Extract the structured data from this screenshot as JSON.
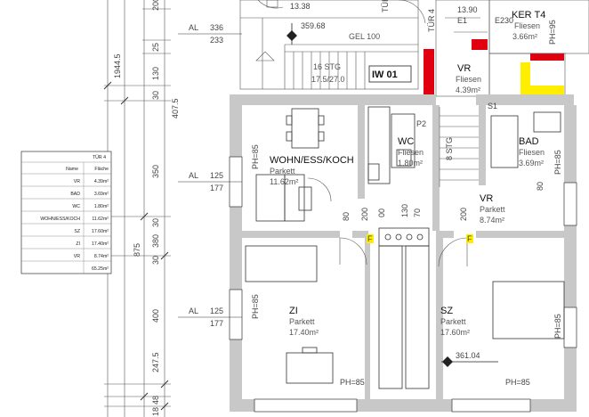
{
  "colors": {
    "wall_fill": "#c8c8c8",
    "accent_red": "#e0000f",
    "accent_yellow": "#ffee00"
  },
  "left_dims": {
    "d1": "1944.5",
    "d2": "875",
    "d3": "407.5",
    "d4": "350",
    "d5": "380",
    "d6": "400",
    "d7": "247.5",
    "d8": "200",
    "d9": "25",
    "d10": "130",
    "d11": "30",
    "d12": "30",
    "d13": "30",
    "d14": "48",
    "d15": "18"
  },
  "levels": {
    "top1": "13.38",
    "top2": "359.68",
    "top3": "13.90",
    "bottom": "361.04"
  },
  "window_marks": {
    "al": "AL",
    "w1_a": "336",
    "w1_b": "233",
    "w2_a": "125",
    "w2_b": "177",
    "w3_a": "125",
    "w3_b": "177"
  },
  "stair": {
    "gel": "GEL 100",
    "stg1": "16 STG",
    "stg2": "17.5/27.0",
    "riser": "8 STG"
  },
  "door_tag": "TÜR 4",
  "door_tag2": "TÜR 4",
  "iw_tag": "IW 01",
  "rooms": {
    "wohn": {
      "name": "WOHN/ESS/KOCH",
      "finish": "Parkett",
      "area": "11.62m²"
    },
    "wc": {
      "name": "WC",
      "finish": "Fliesen",
      "area": "1.80m²"
    },
    "bad": {
      "name": "BAD",
      "finish": "Fliesen",
      "area": "3.69m²"
    },
    "vr_top": {
      "name": "VR",
      "finish": "Fliesen",
      "area": "4.39m²"
    },
    "vr": {
      "name": "VR",
      "finish": "Parkett",
      "area": "8.74m²"
    },
    "zi": {
      "name": "ZI",
      "finish": "Parkett",
      "area": "17.40m²"
    },
    "sz": {
      "name": "SZ",
      "finish": "Parkett",
      "area": "17.60m²"
    },
    "ker": {
      "name": "KER T4",
      "finish": "Fliesen",
      "area": "3.66m²"
    }
  },
  "markers": {
    "p2": "P2",
    "s1": "S1",
    "ph85": "PH=85",
    "ph95": "PH=95",
    "e1": "E1",
    "e2": "E230",
    "f": "F"
  },
  "door_dims": {
    "a": "80",
    "b": "200",
    "c": "00",
    "d": "130",
    "e": "70",
    "f": "200",
    "g": "80"
  },
  "area_table": {
    "title": "TÜR 4",
    "headers": [
      "Name",
      "Fläche"
    ],
    "rows": [
      [
        "VR",
        "4.39m²"
      ],
      [
        "BAD",
        "3.69m²"
      ],
      [
        "WC",
        "1.80m²"
      ],
      [
        "WOHN/ESS/KOCH",
        "11.62m²"
      ],
      [
        "SZ",
        "17.60m²"
      ],
      [
        "ZI",
        "17.40m²"
      ],
      [
        "VR",
        "8.74m²"
      ],
      [
        "",
        "65.25m²"
      ]
    ]
  }
}
